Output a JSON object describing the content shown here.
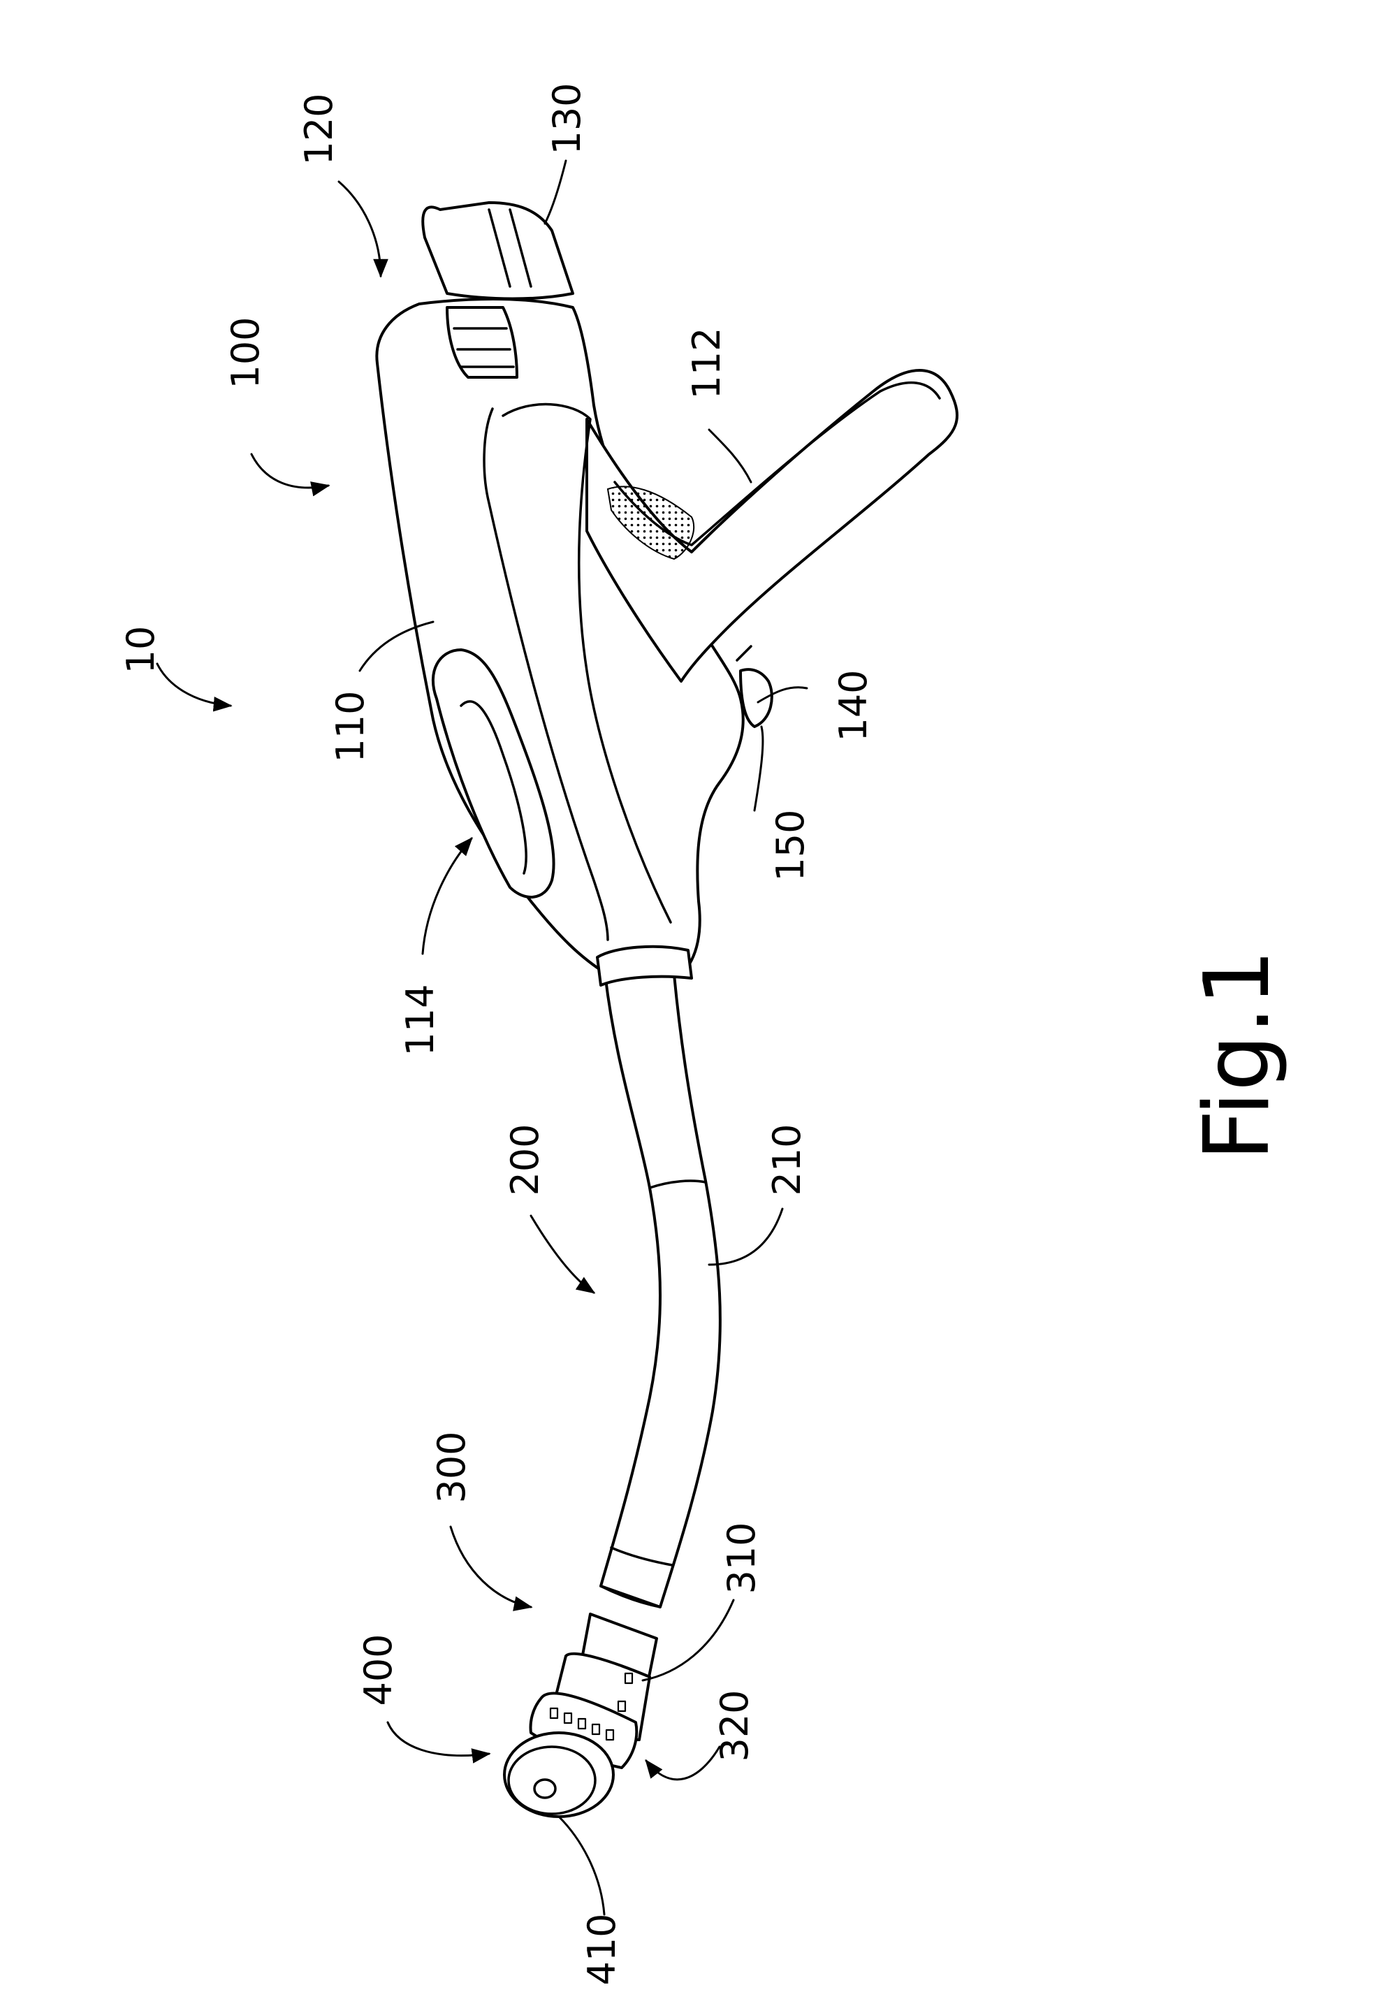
{
  "figure_label": "Fig.1",
  "reference_numerals": {
    "n10": "10",
    "n100": "100",
    "n110": "110",
    "n112": "112",
    "n114": "114",
    "n120": "120",
    "n130": "130",
    "n140": "140",
    "n150": "150",
    "n200": "200",
    "n210": "210",
    "n300": "300",
    "n310": "310",
    "n320": "320",
    "n400": "400",
    "n410": "410"
  }
}
